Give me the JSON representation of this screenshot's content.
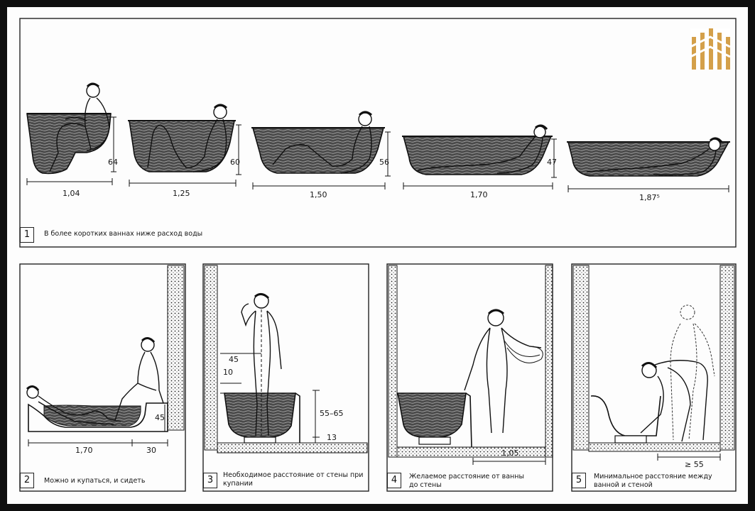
{
  "panel1": {
    "number": "1",
    "caption": "В более коротких ваннах ниже расход воды",
    "tubs": [
      {
        "length": "1,04",
        "depth": "64"
      },
      {
        "length": "1,25",
        "depth": "60"
      },
      {
        "length": "1,50",
        "depth": "56"
      },
      {
        "length": "1,70",
        "depth": "47"
      },
      {
        "length": "1,87⁵",
        "depth": ""
      }
    ]
  },
  "panel2": {
    "number": "2",
    "caption": "Можно и купаться, и сидеть",
    "length": "1,70",
    "seat": "30",
    "height": "45"
  },
  "panel3": {
    "number": "3",
    "caption": "Необходимое расстояние от стены при купании",
    "dim_45": "45",
    "dim_10": "10",
    "dim_rim": "55–65",
    "dim_base": "13"
  },
  "panel4": {
    "number": "4",
    "caption": "Желаемое расстояние от ванны до стены",
    "distance": "1,05"
  },
  "panel5": {
    "number": "5",
    "caption": "Минимальное расстояние между ванной и стеной",
    "distance": "≥ 55"
  },
  "logo": {
    "icon": "stacked-bars-logo",
    "color": "#d4a04a"
  }
}
